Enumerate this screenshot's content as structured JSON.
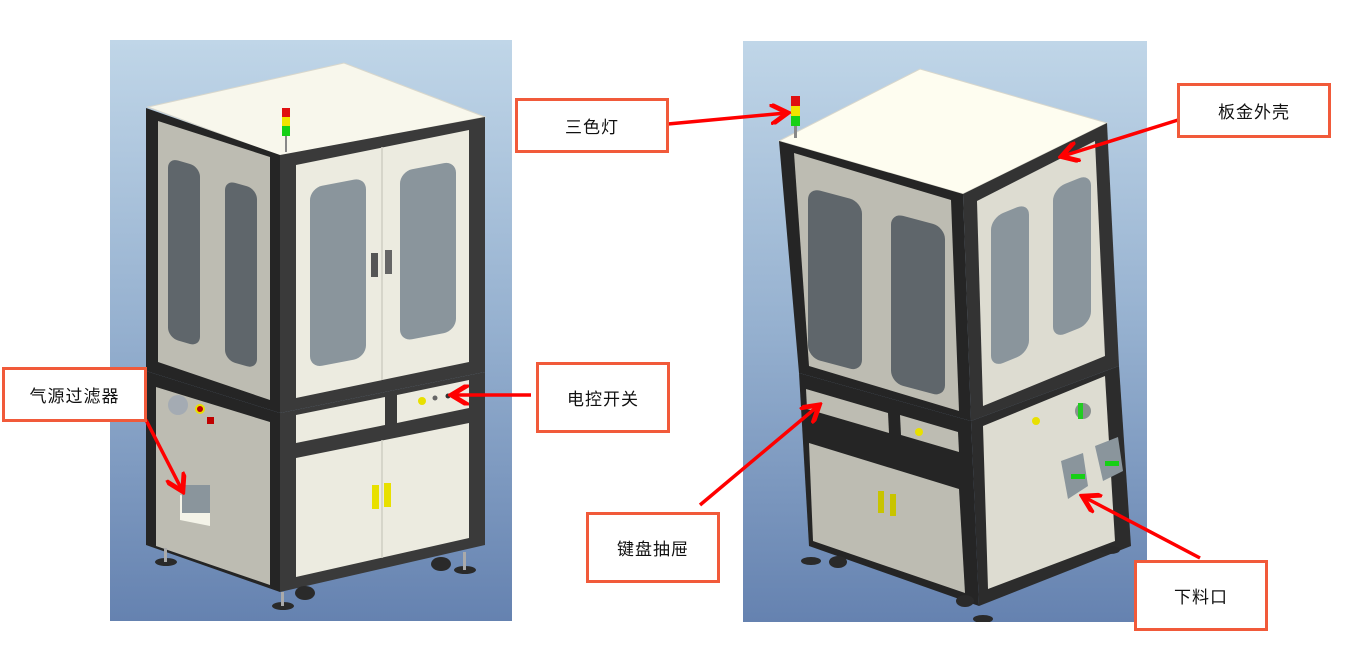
{
  "figure": {
    "views": [
      {
        "id": "view-front-left",
        "description": "machine isometric view 1"
      },
      {
        "id": "view-front-right",
        "description": "machine isometric view 2"
      }
    ],
    "colors": {
      "background_top": "#c0d6e8",
      "background_bottom": "#6582b0",
      "frame": "#252525",
      "panel_light": "#ecebe0",
      "panel_shade": "#bdbcb2",
      "window": "#8a959c",
      "window_dark": "#5f666b",
      "label_border": "#f15a3a",
      "arrow": "#ff0000",
      "lamp_red": "#e01010",
      "lamp_yellow": "#f2e400",
      "lamp_green": "#16d016",
      "handle_yellow": "#e8e000"
    }
  },
  "labels": {
    "air_filter": "气源过滤器",
    "tri_color_light": "三色灯",
    "sheet_metal_shell": "板金外壳",
    "electric_switch": "电控开关",
    "keyboard_drawer": "键盘抽屉",
    "discharge_port": "下料口"
  }
}
